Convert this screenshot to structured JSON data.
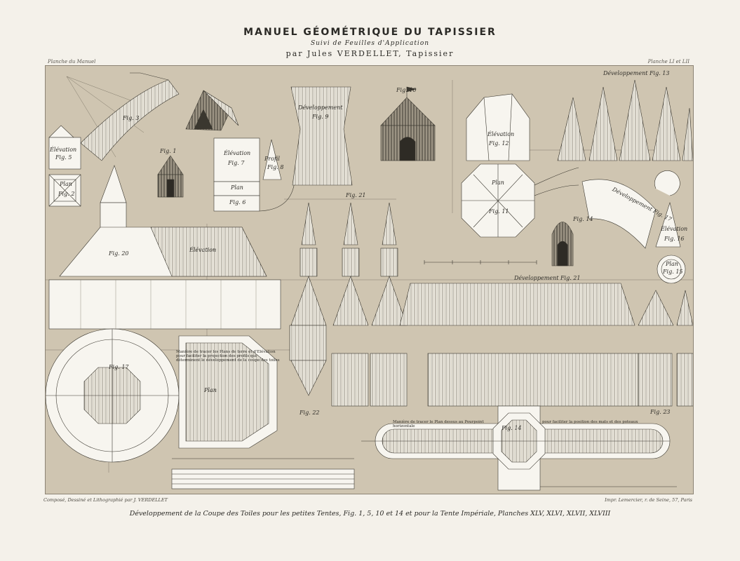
{
  "header": {
    "title": "MANUEL GÉOMÉTRIQUE DU TAPISSIER",
    "subtitle": "Suivi de Feuilles d'Application",
    "author": "par Jules VERDELLET, Tapissier",
    "left_corner": "Planche du Manuel",
    "right_corner": "Planche LI et LII"
  },
  "plate": {
    "colors": {
      "ground": "#cfc5b1",
      "paper": "#f4f1ea",
      "ink": "#3a372f",
      "fill_light": "#f7f5ef"
    },
    "labels": [
      {
        "key": "elev5",
        "text": "Élévation"
      },
      {
        "key": "fig5",
        "text": "Fig. 5"
      },
      {
        "key": "plan2",
        "text": "Plan"
      },
      {
        "key": "fig2",
        "text": "Fig. 2"
      },
      {
        "key": "fig3",
        "text": "Fig. 3"
      },
      {
        "key": "fig1",
        "text": "Fig. 1"
      },
      {
        "key": "elev7",
        "text": "Élévation"
      },
      {
        "key": "fig7",
        "text": "Fig. 7"
      },
      {
        "key": "profil",
        "text": "Profil"
      },
      {
        "key": "fig8",
        "text": "Fig. 8"
      },
      {
        "key": "plan6",
        "text": "Plan"
      },
      {
        "key": "fig6",
        "text": "Fig. 6"
      },
      {
        "key": "dev9",
        "text": "Développement"
      },
      {
        "key": "fig9",
        "text": "Fig. 9"
      },
      {
        "key": "fig10",
        "text": "Fig. 10"
      },
      {
        "key": "elev12",
        "text": "Élévation"
      },
      {
        "key": "fig12",
        "text": "Fig. 12"
      },
      {
        "key": "plan11",
        "text": "Plan"
      },
      {
        "key": "fig11",
        "text": "Fig. 11"
      },
      {
        "key": "dev13",
        "text": "Développement Fig. 13"
      },
      {
        "key": "fig14a",
        "text": "Fig. 14"
      },
      {
        "key": "dev17",
        "text": "Développement Fig. 17"
      },
      {
        "key": "elev16",
        "text": "Élévation"
      },
      {
        "key": "fig16",
        "text": "Fig. 16"
      },
      {
        "key": "plan15",
        "text": "Plan"
      },
      {
        "key": "fig15",
        "text": "Fig. 15"
      },
      {
        "key": "fig20",
        "text": "Fig. 20"
      },
      {
        "key": "elev20",
        "text": "Élévation"
      },
      {
        "key": "fig21",
        "text": "Fig. 21"
      },
      {
        "key": "dev21",
        "text": "Développement Fig. 21"
      },
      {
        "key": "fig17",
        "text": "Fig. 17"
      },
      {
        "key": "plan19",
        "text": "Plan"
      },
      {
        "key": "fig22",
        "text": "Fig. 22"
      },
      {
        "key": "fig14b",
        "text": "Fig. 14"
      },
      {
        "key": "fig23",
        "text": "Fig. 23"
      }
    ],
    "notes": [
      {
        "key": "note1",
        "text": "Manière de tracer les Plans de terre et d'Elévation pour faciliter la projection des profils qui déterminent le développement de la coupe des toiles"
      },
      {
        "key": "note2",
        "text": "Manière de tracer le Plan dessus au Pourpoint horizontale"
      },
      {
        "key": "note3",
        "text": "pour faciliter la position des mats et des poteaux"
      }
    ]
  },
  "footer": {
    "left": "Composé, Dessiné et Lithographié par J. VERDELLET",
    "right": "Impr. Lemercier, r. de Seine, 57, Paris",
    "caption": "Développement de la Coupe des Toiles pour les petites Tentes, Fig. 1, 5, 10 et 14 et pour la Tente Impériale, Planches XLV, XLVI, XLVII, XLVIII"
  }
}
